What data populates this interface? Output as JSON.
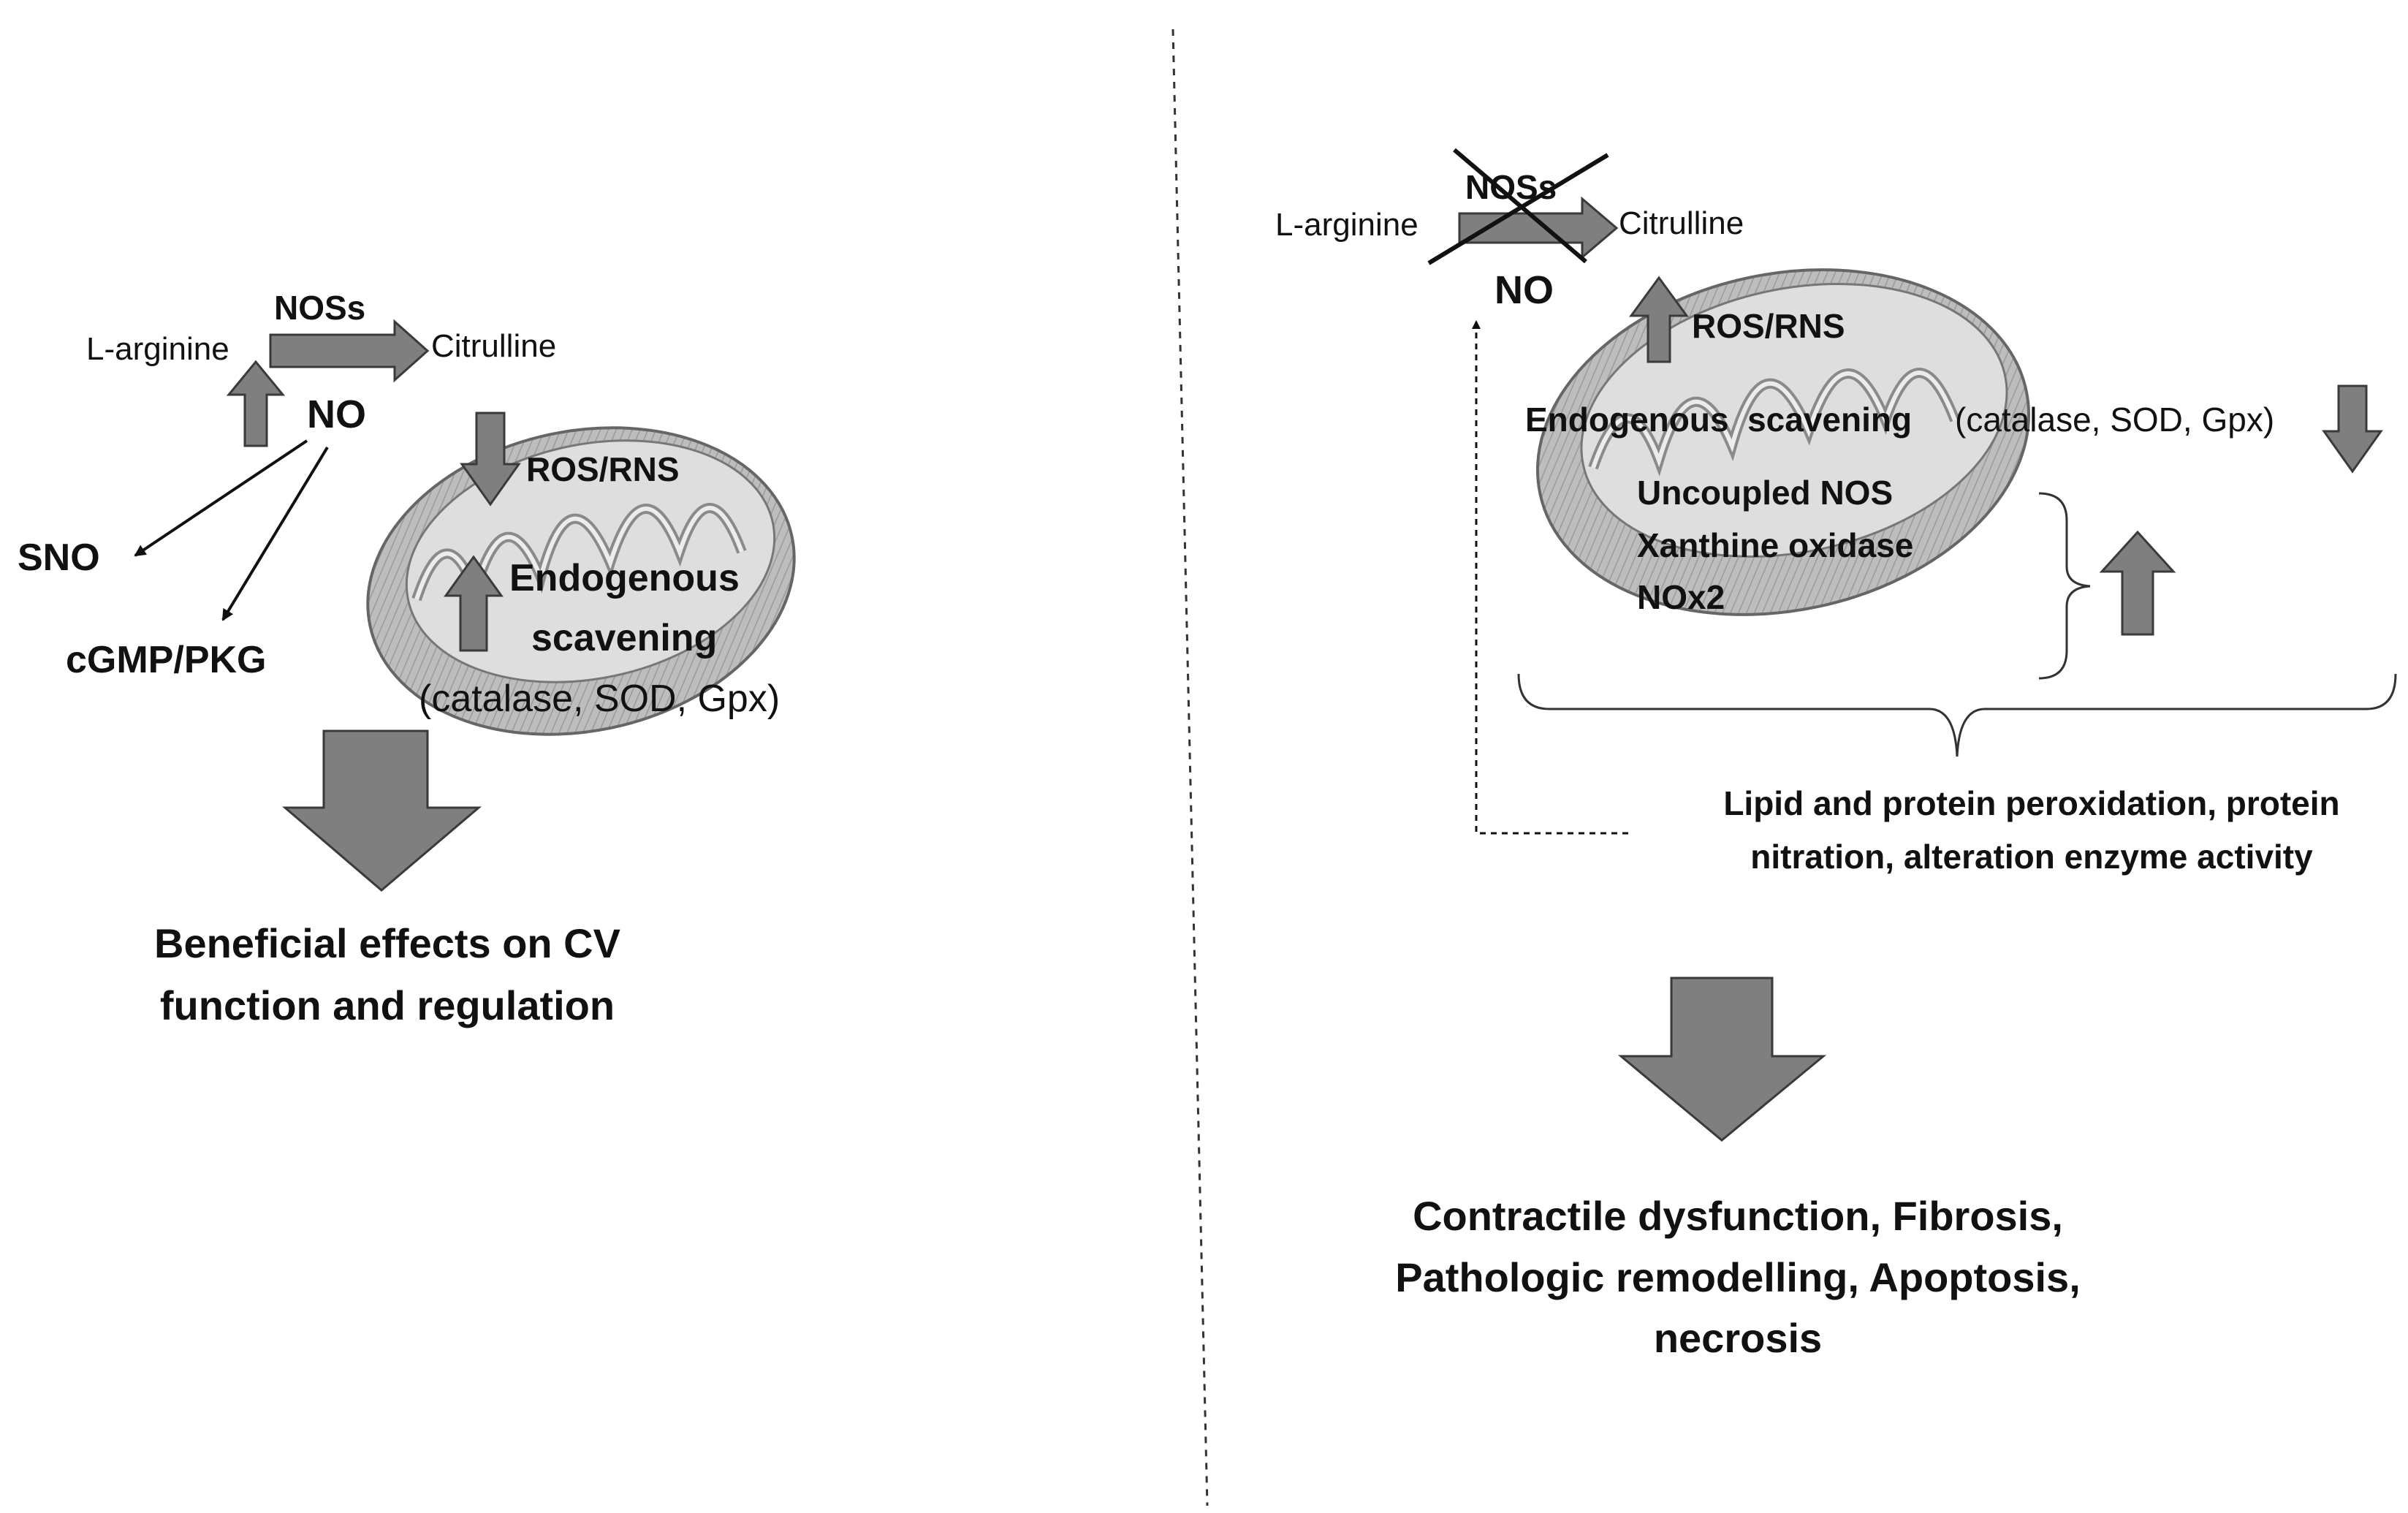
{
  "colors": {
    "arrow_fill": "#7f7f7f",
    "arrow_stroke": "#3a3a3a",
    "mito_outer": "#a9a9a9",
    "mito_inner": "#d9d9d9",
    "text": "#111111",
    "divider": "#333333"
  },
  "left": {
    "l_arginine": "L-arginine",
    "noss": "NOSs",
    "citrulline": "Citrulline",
    "no": "NO",
    "sno": "SNO",
    "cgmp": "cGMP/PKG",
    "ros_rns": "ROS/RNS",
    "endogenous": "Endogenous",
    "scavening": "scavening",
    "enzymes": "(catalase, SOD, Gpx)",
    "outcome_line1": "Beneficial effects on CV",
    "outcome_line2": "function and regulation"
  },
  "right": {
    "noss": "NOSs",
    "l_arginine": "L-arginine",
    "citrulline": "Citrulline",
    "no": "NO",
    "ros_rns": "ROS/RNS",
    "endogenous_scavening": "Endogenous  scavening",
    "enzymes": "(catalase, SOD, Gpx)",
    "uncoupled_nos": "Uncoupled NOS",
    "xanthine_oxidase": "Xanthine oxidase",
    "nox2": "NOx2",
    "damage_line1": "Lipid and protein peroxidation, protein",
    "damage_line2": "nitration, alteration enzyme activity",
    "outcome_line1": "Contractile dysfunction, Fibrosis,",
    "outcome_line2": "Pathologic remodelling, Apoptosis,",
    "outcome_line3": "necrosis"
  }
}
